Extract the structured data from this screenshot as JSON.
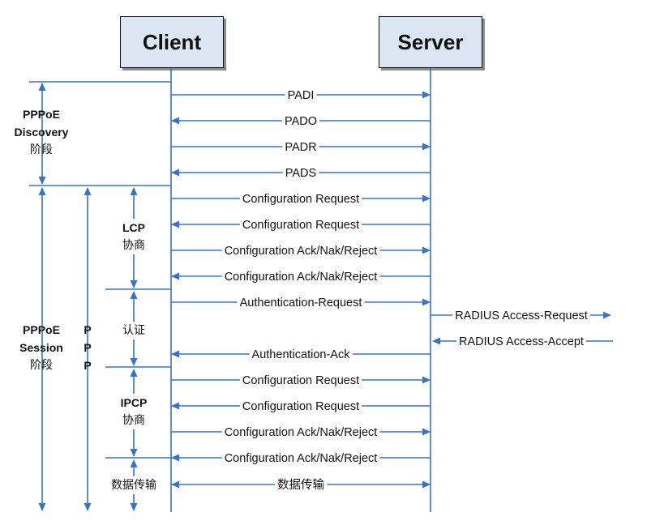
{
  "entities": {
    "client": "Client",
    "server": "Server"
  },
  "phases": {
    "discovery": {
      "line1": "PPPoE",
      "line2": "Discovery",
      "line3": "阶段"
    },
    "session": {
      "line1": "PPPoE",
      "line2": "Session",
      "line3": "阶段"
    },
    "ppp": [
      "P",
      "P",
      "P"
    ],
    "lcp": {
      "line1": "LCP",
      "line2": "协商"
    },
    "auth": {
      "line1": "认证"
    },
    "ipcp": {
      "line1": "IPCP",
      "line2": "协商"
    },
    "data": {
      "line1": "数据传输"
    }
  },
  "messages": [
    {
      "label": "PADI",
      "dir": "to-server"
    },
    {
      "label": "PADO",
      "dir": "to-client"
    },
    {
      "label": "PADR",
      "dir": "to-server"
    },
    {
      "label": "PADS",
      "dir": "to-client"
    },
    {
      "label": "Configuration Request",
      "dir": "to-server"
    },
    {
      "label": "Configuration Request",
      "dir": "to-client"
    },
    {
      "label": "Configuration Ack/Nak/Reject",
      "dir": "to-server"
    },
    {
      "label": "Configuration Ack/Nak/Reject",
      "dir": "to-client"
    },
    {
      "label": "Authentication-Request",
      "dir": "to-server"
    },
    {
      "label": "Authentication-Ack",
      "dir": "to-client"
    },
    {
      "label": "Configuration Request",
      "dir": "to-server"
    },
    {
      "label": "Configuration Request",
      "dir": "to-client"
    },
    {
      "label": "Configuration Ack/Nak/Reject",
      "dir": "to-server"
    },
    {
      "label": "Configuration Ack/Nak/Reject",
      "dir": "to-client"
    },
    {
      "label": "数据传输",
      "dir": "both"
    }
  ],
  "radius": [
    {
      "label": "RADIUS Access-Request",
      "dir": "outbound"
    },
    {
      "label": "RADIUS Access-Accept",
      "dir": "inbound"
    }
  ],
  "colors": {
    "arrow": "#3a72c8",
    "box_fill": "#dce6f2",
    "text": "#111111"
  }
}
